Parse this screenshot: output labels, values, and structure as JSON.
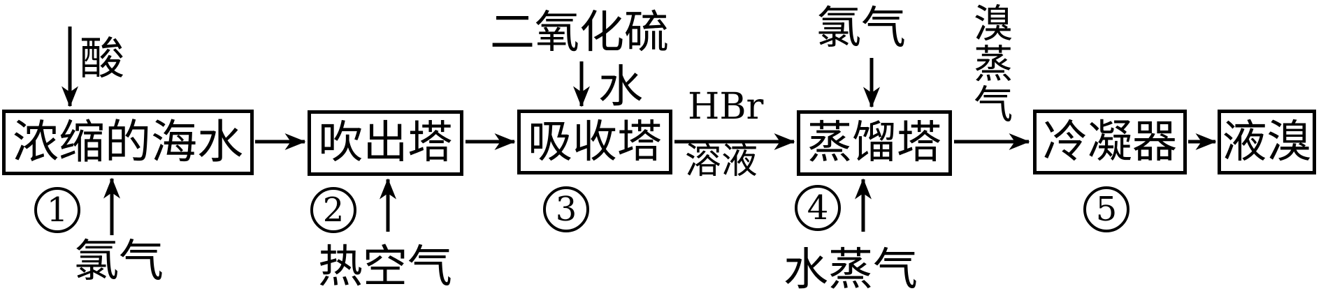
{
  "boxes": [
    {
      "label": "浓缩的海水"
    },
    {
      "label": "吹出塔"
    },
    {
      "label": "吸收塔"
    },
    {
      "label": "蒸馏塔"
    },
    {
      "label": "冷凝器"
    },
    {
      "label": "液溴"
    }
  ],
  "step_numbers": [
    "1",
    "2",
    "3",
    "4",
    "5"
  ],
  "stream_labels": {
    "acid": "酸",
    "chlorine_into_seawater": "氯气",
    "hot_air": "热空气",
    "sulfur_dioxide": "二氧化硫",
    "water": "水",
    "hbr": "HBr",
    "solution": "溶液",
    "chlorine_into_still": "氯气",
    "bromine_vapor": "溴蒸气",
    "steam": "水蒸气"
  },
  "colors": {
    "line": "#000000",
    "background": "#ffffff"
  }
}
